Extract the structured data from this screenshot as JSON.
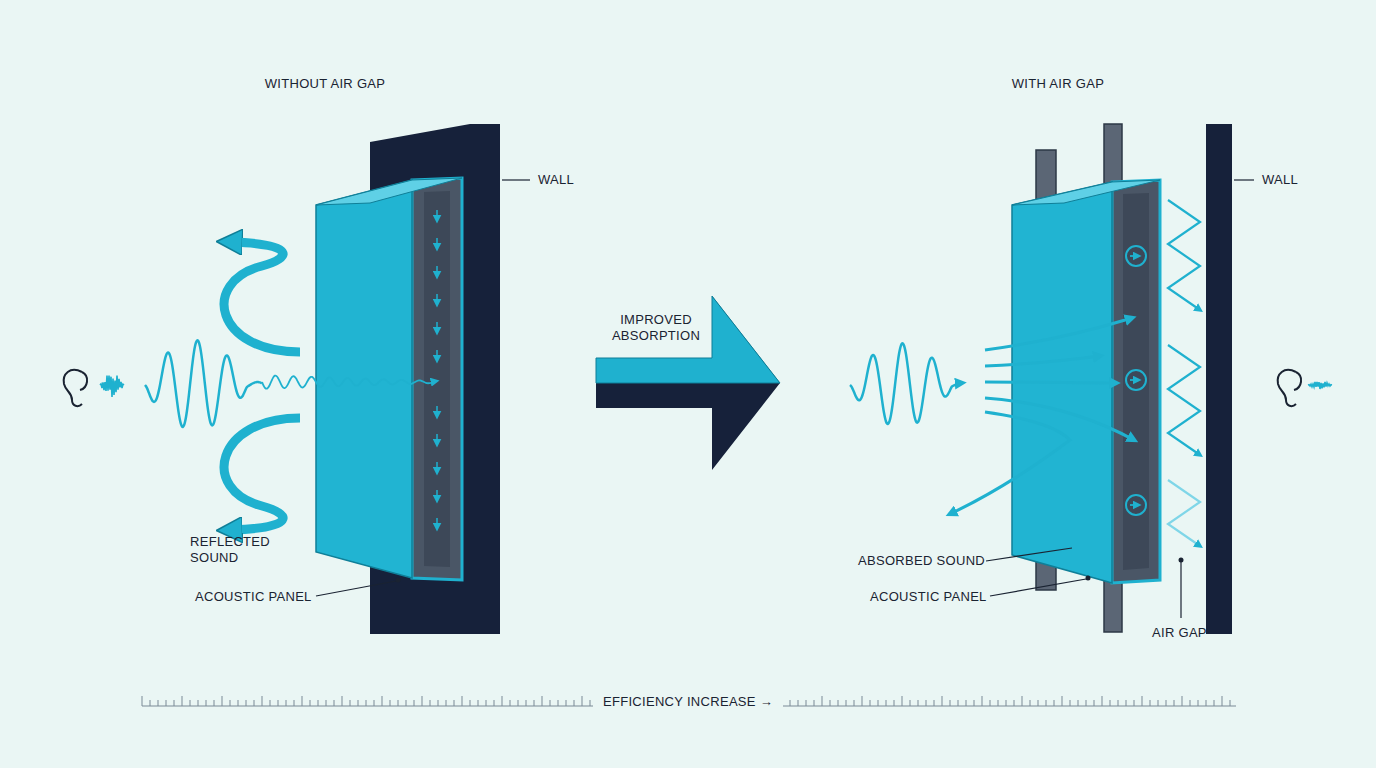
{
  "diagram": {
    "nodes": [
      {
        "text": [
          "IMPROVED ABSORPTION"
        ]
      }
    ],
    "labels": [
      "WITHOUT AIR GAP",
      "WITH AIR GAP",
      "WALL",
      "REFLECTED SOUND",
      "ACOUSTIC PANEL",
      "WALL",
      "ABSORBED SOUND",
      "ACOUSTIC PANEL",
      "AIR GAP",
      "EFFICIENCY INCREASE →"
    ]
  }
}
